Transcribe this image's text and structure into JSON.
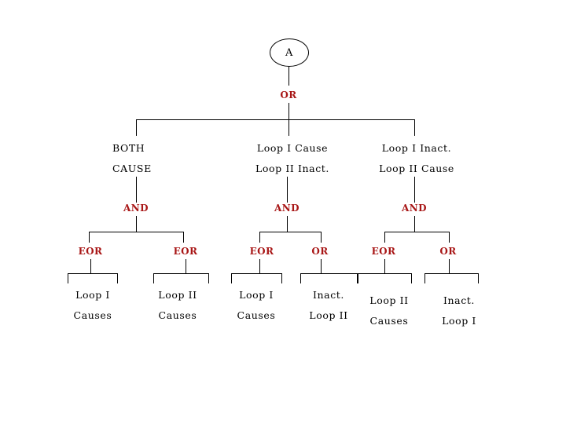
{
  "diagram": {
    "title_node": {
      "label": "A",
      "shape": "ellipse"
    },
    "colors": {
      "gate_text": "#A81616",
      "event_text": "#000000",
      "line": "#000000",
      "background": "#ffffff"
    },
    "root_gate": {
      "label": "OR"
    },
    "level1": [
      {
        "event_line1": "BOTH",
        "event_line2": "CAUSE",
        "gate": "AND",
        "children": [
          {
            "gate": "EOR",
            "event_line1": "Loop I",
            "event_line2": "Causes"
          },
          {
            "gate": "EOR",
            "event_line1": "Loop II",
            "event_line2": "Causes"
          }
        ]
      },
      {
        "event_line1": "Loop I Cause",
        "event_line2": "Loop II Inact.",
        "gate": "AND",
        "children": [
          {
            "gate": "EOR",
            "event_line1": "Loop I",
            "event_line2": "Causes"
          },
          {
            "gate": "OR",
            "event_line1": "Inact.",
            "event_line2": "Loop II"
          }
        ]
      },
      {
        "event_line1": "Loop I Inact.",
        "event_line2": "Loop II Cause",
        "gate": "AND",
        "children": [
          {
            "gate": "EOR",
            "event_line1": "Loop II",
            "event_line2": "Causes"
          },
          {
            "gate": "OR",
            "event_line1": "Inact.",
            "event_line2": "Loop I"
          }
        ]
      }
    ]
  }
}
